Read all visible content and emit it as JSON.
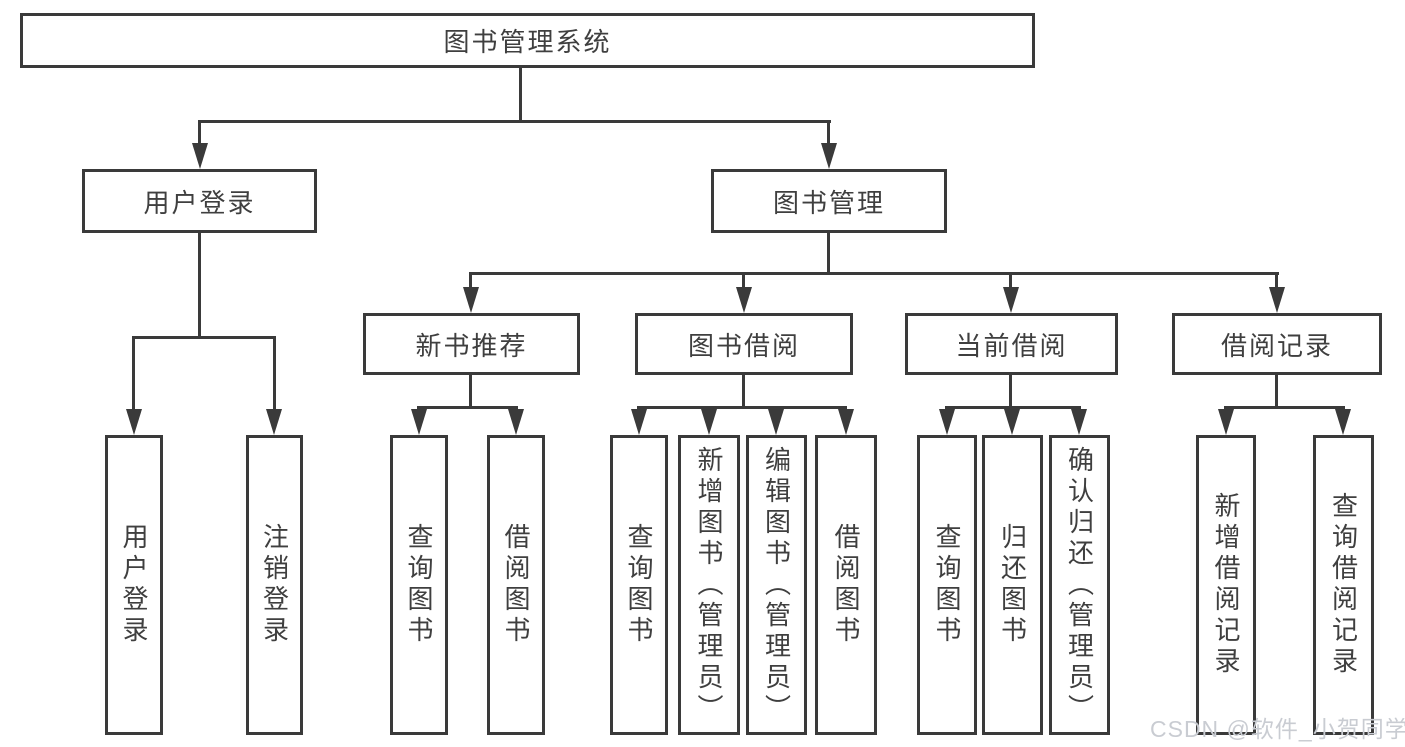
{
  "nodes": {
    "root": "图书管理系统",
    "level2": [
      "用户登录",
      "图书管理"
    ],
    "level3": [
      "新书推荐",
      "图书借阅",
      "当前借阅",
      "借阅记录"
    ],
    "leaves": [
      "用户登录",
      "注销登录",
      "查询图书",
      "借阅图书",
      "查询图书",
      "新增图书（管理员）",
      "编辑图书（管理员）",
      "借阅图书",
      "查询图书",
      "归还图书",
      "确认归还（管理员）",
      "新增借阅记录",
      "查询借阅记录"
    ]
  },
  "watermark": "CSDN @软件_小贺同学",
  "colors": {
    "line": "#3a3a3a",
    "text": "#3f3f3f",
    "watermark": "#c9ccd2",
    "background": "#ffffff"
  }
}
